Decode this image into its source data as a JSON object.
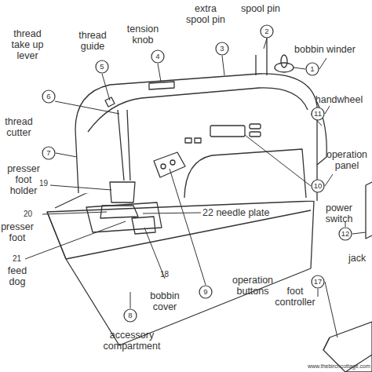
{
  "diagram": {
    "nodes": [
      {
        "text": [
          "1"
        ]
      },
      {
        "text": [
          "2"
        ]
      },
      {
        "text": [
          "3"
        ]
      },
      {
        "text": [
          "4"
        ]
      },
      {
        "text": [
          "5"
        ]
      },
      {
        "text": [
          "6"
        ]
      },
      {
        "text": [
          "7"
        ]
      },
      {
        "text": [
          "8"
        ]
      },
      {
        "text": [
          "9"
        ]
      },
      {
        "text": [
          "10"
        ]
      },
      {
        "text": [
          "11"
        ]
      },
      {
        "text": [
          "12"
        ]
      },
      {
        "text": [
          "17"
        ]
      }
    ],
    "labels": [
      "thread guide",
      "tension knob",
      "extra spool pin",
      "spool pin",
      "bobbin winder",
      "thread take up lever",
      "handwheel",
      "thread cutter",
      "operation panel",
      "presser foot holder",
      "19",
      "20",
      "presser foot",
      "22 needle plate",
      "power switch",
      "21",
      "feed dog",
      "operation buttons",
      "18",
      "bobbin cover",
      "jack",
      "foot controller",
      "accessory compartment",
      "www.thebirchcottage.com"
    ]
  }
}
